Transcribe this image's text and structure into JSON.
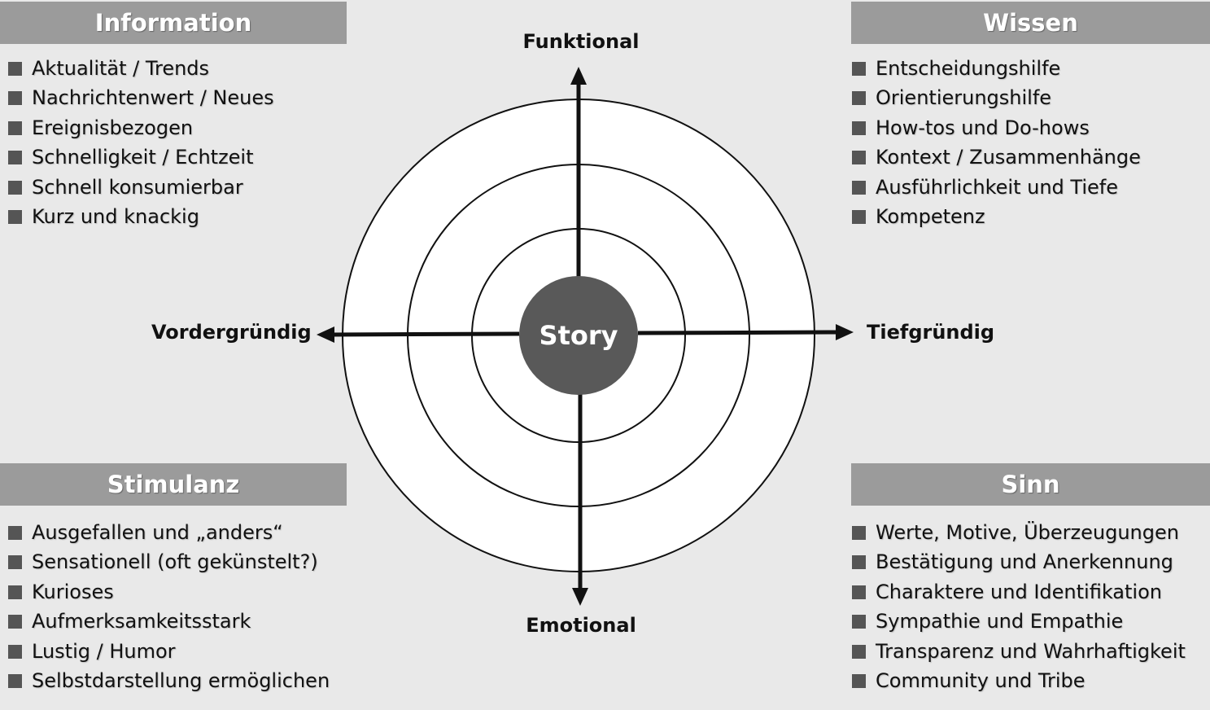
{
  "colors": {
    "background": "#e9e9e9",
    "header_fill": "#9b9b9b",
    "bullet": "#555555",
    "center_circle": "#595959",
    "ring_fill": "#ffffff",
    "stroke": "#111111"
  },
  "center": {
    "label": "Story"
  },
  "axes": {
    "top": "Funktional",
    "bottom": "Emotional",
    "left": "Vordergründig",
    "right": "Tiefgründig"
  },
  "quadrants": {
    "information": {
      "title": "Information",
      "items": [
        "Aktualität / Trends",
        "Nachrichtenwert / Neues",
        "Ereignisbezogen",
        "Schnelligkeit / Echtzeit",
        "Schnell konsumierbar",
        "Kurz und knackig"
      ]
    },
    "wissen": {
      "title": "Wissen",
      "items": [
        "Entscheidungshilfe",
        "Orientierungshilfe",
        "How-tos und Do-hows",
        "Kontext / Zusammenhänge",
        "Ausführlichkeit und Tiefe",
        "Kompetenz"
      ]
    },
    "stimulanz": {
      "title": "Stimulanz",
      "items": [
        "Ausgefallen und „anders“",
        "Sensationell (oft gekünstelt?)",
        "Kurioses",
        "Aufmerksamkeitsstark",
        "Lustig / Humor",
        "Selbstdarstellung ermöglichen"
      ]
    },
    "sinn": {
      "title": "Sinn",
      "items": [
        "Werte, Motive, Überzeugungen",
        "Bestätigung und Anerkennung",
        "Charaktere und Identifikation",
        "Sympathie und Empathie",
        "Transparenz und Wahrhaftigkeit",
        "Community und Tribe"
      ]
    }
  }
}
